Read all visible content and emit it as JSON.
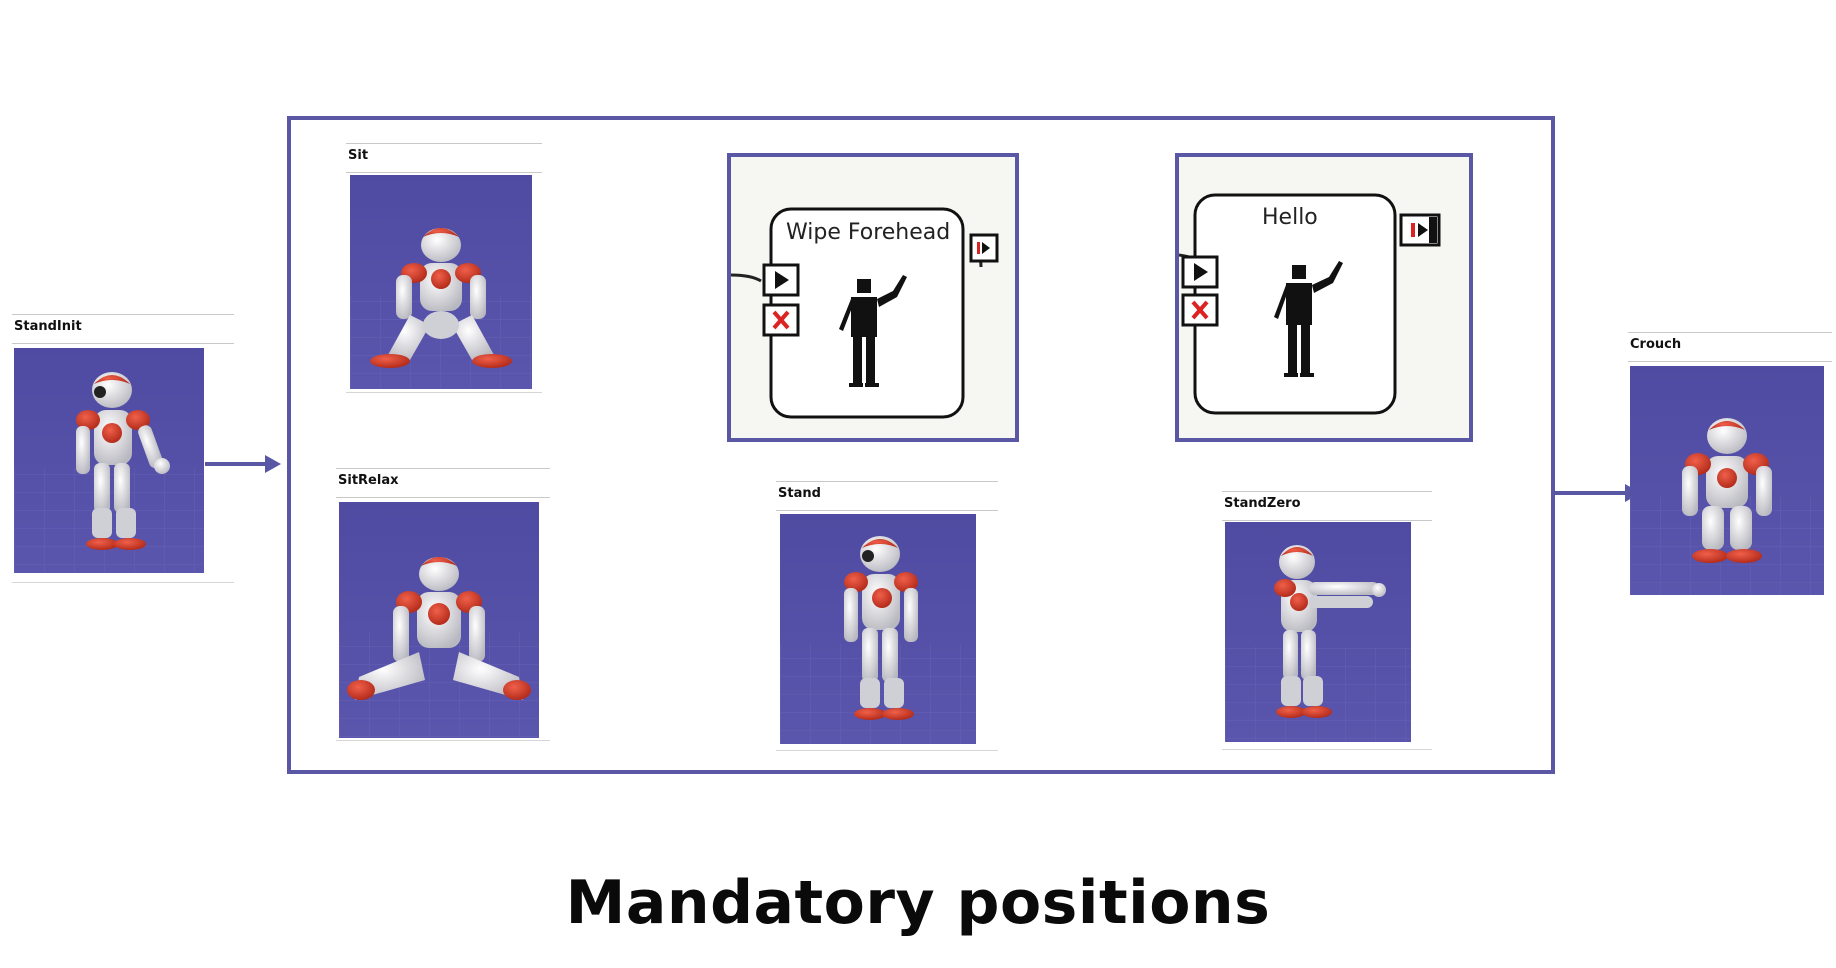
{
  "poses": {
    "stand_init": "StandInit",
    "sit": "Sit",
    "sit_relax": "SitRelax",
    "stand": "Stand",
    "stand_zero": "StandZero",
    "crouch": "Crouch"
  },
  "behaviors": {
    "wipe_forehead": "Wipe Forehead",
    "hello": "Hello"
  },
  "caption": "Mandatory positions",
  "colors": {
    "accent": "#5a58a5",
    "scene_bg": "#5450a6",
    "robot_red": "#d8402c",
    "robot_white": "#e9e9ec"
  },
  "icons": [
    "play-input-icon",
    "stop-input-icon",
    "output-icon",
    "robot-pictogram-icon"
  ]
}
